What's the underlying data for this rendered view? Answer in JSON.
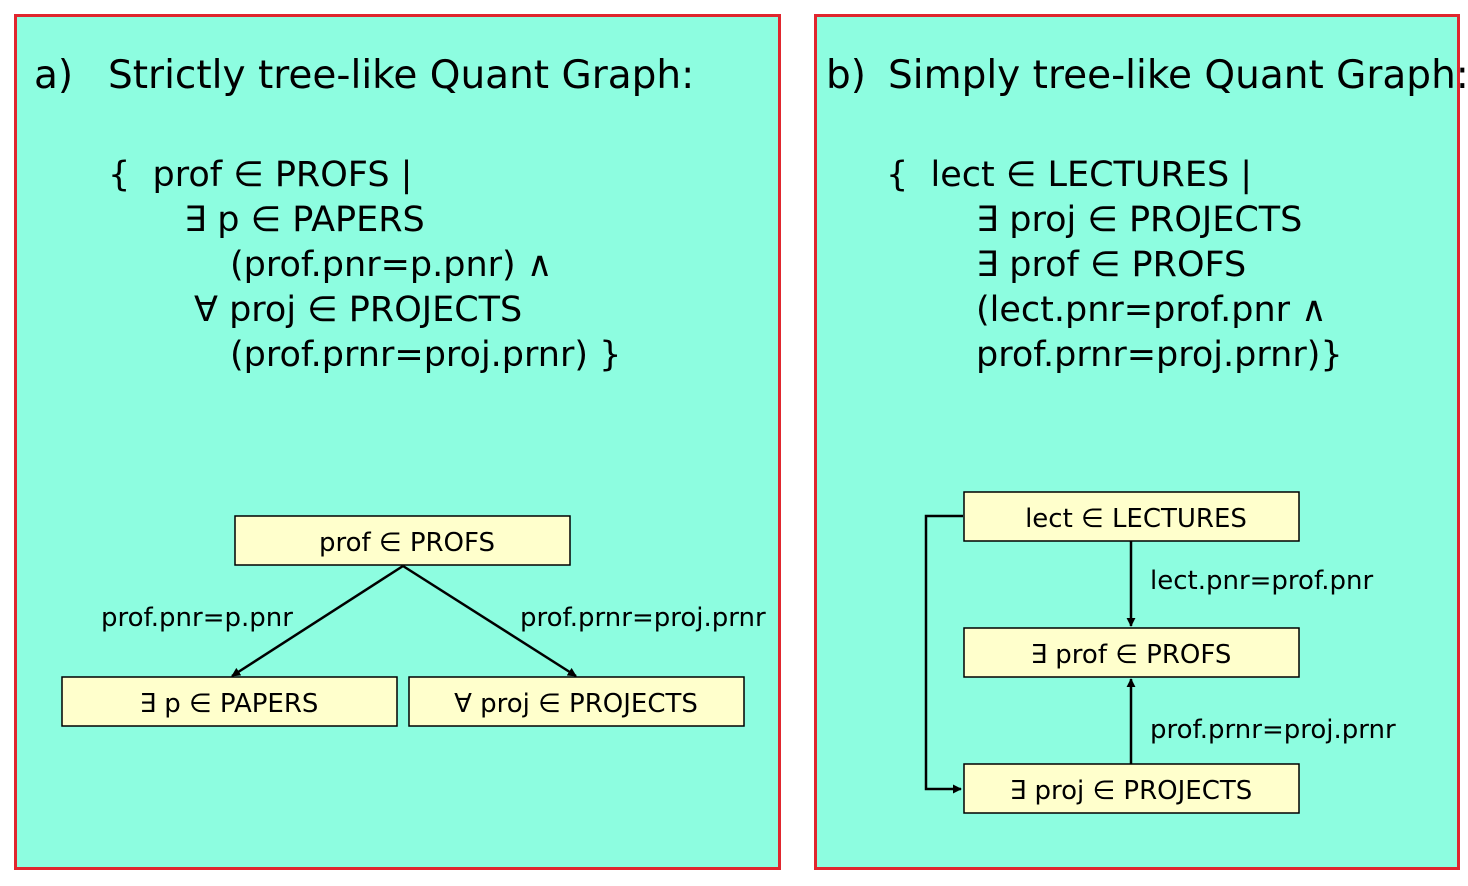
{
  "panel_a": {
    "letter": "a)",
    "title": "Strictly tree-like Quant Graph:",
    "formula": [
      "{  prof ∈ PROFS |",
      "∃ p ∈ PAPERS",
      "(prof.pnr=p.pnr) ∧",
      "∀ proj ∈ PROJECTS",
      "(prof.prnr=proj.prnr) }"
    ],
    "nodes": {
      "root": "prof ∈ PROFS",
      "left": "∃ p ∈ PAPERS",
      "right": "∀ proj ∈ PROJECTS"
    },
    "edges": {
      "left": "prof.pnr=p.pnr",
      "right": "prof.prnr=proj.prnr"
    }
  },
  "panel_b": {
    "letter": "b)",
    "title": "Simply tree-like Quant Graph:",
    "formula": [
      "{  lect ∈ LECTURES |",
      "∃ proj ∈ PROJECTS",
      "∃ prof ∈ PROFS",
      "(lect.pnr=prof.pnr ∧",
      "prof.prnr=proj.prnr)}"
    ],
    "nodes": {
      "top": "lect ∈ LECTURES",
      "middle": "∃ prof ∈ PROFS",
      "bottom": "∃ proj ∈ PROJECTS"
    },
    "edges": {
      "top_middle": "lect.pnr=prof.pnr",
      "bottom_middle": "prof.prnr=proj.prnr"
    }
  },
  "colors": {
    "background": "#8dfde0",
    "border": "#e0262e",
    "node_fill": "#ffffcc"
  }
}
